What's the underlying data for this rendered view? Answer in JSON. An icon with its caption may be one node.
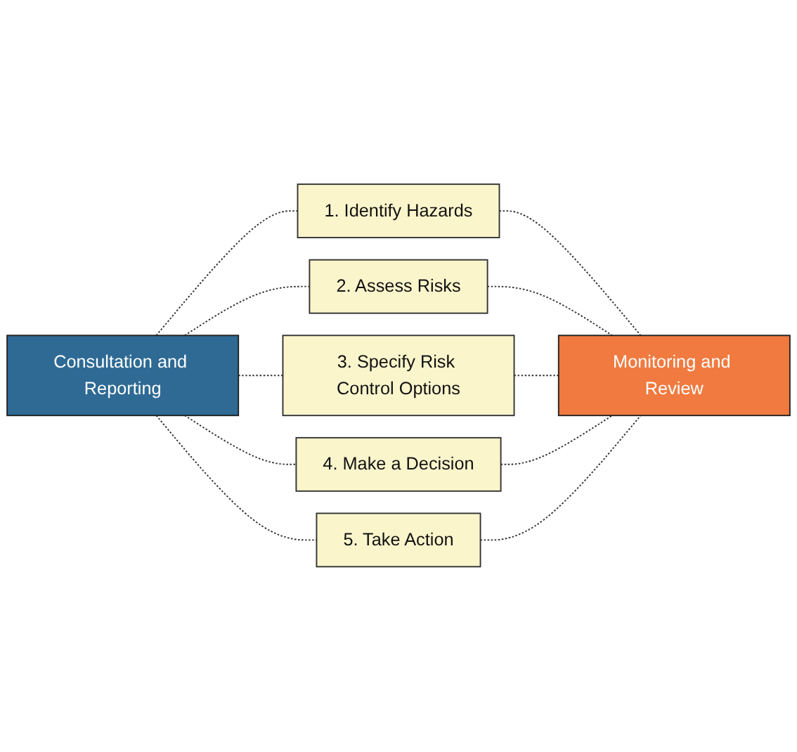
{
  "diagram": {
    "nodes": [
      {
        "text": [
          "Consultation and Reporting"
        ]
      },
      {
        "text": [
          "1. Identify Hazards"
        ]
      },
      {
        "text": [
          "2. Assess Risks"
        ]
      },
      {
        "text": [
          "3. Specify Risk Control Options"
        ]
      },
      {
        "text": [
          "4. Make a Decision"
        ]
      },
      {
        "text": [
          "5. Take Action"
        ]
      },
      {
        "text": [
          "Monitoring and Review"
        ]
      }
    ],
    "edges": [
      {
        "from": 0,
        "to": 1,
        "arrow": "none",
        "style": "dashed"
      },
      {
        "from": 0,
        "to": 2,
        "arrow": "none",
        "style": "dashed"
      },
      {
        "from": 0,
        "to": 3,
        "arrow": "none",
        "style": "dashed"
      },
      {
        "from": 0,
        "to": 4,
        "arrow": "none",
        "style": "dashed"
      },
      {
        "from": 0,
        "to": 5,
        "arrow": "none",
        "style": "dashed"
      },
      {
        "from": 1,
        "to": 6,
        "arrow": "none",
        "style": "dashed"
      },
      {
        "from": 2,
        "to": 6,
        "arrow": "none",
        "style": "dashed"
      },
      {
        "from": 3,
        "to": 6,
        "arrow": "none",
        "style": "dashed"
      },
      {
        "from": 4,
        "to": 6,
        "arrow": "none",
        "style": "dashed"
      },
      {
        "from": 5,
        "to": 6,
        "arrow": "none",
        "style": "dashed"
      }
    ]
  }
}
